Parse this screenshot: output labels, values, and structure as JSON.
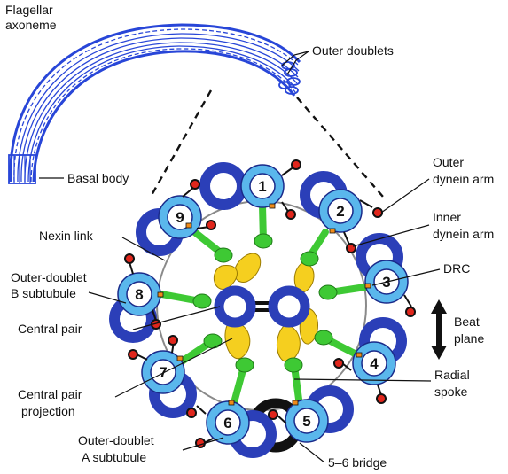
{
  "labels": {
    "flagellar_axoneme": [
      "Flagellar",
      "axoneme"
    ],
    "outer_doublets": "Outer doublets",
    "basal_body": "Basal body",
    "outer_dynein_arm": [
      "Outer",
      "dynein arm"
    ],
    "inner_dynein_arm": [
      "Inner",
      "dynein arm"
    ],
    "nexin_link": "Nexin link",
    "drc": "DRC",
    "b_subtubule": [
      "Outer-doublet",
      "B subtubule"
    ],
    "central_pair": "Central pair",
    "beat_plane": [
      "Beat",
      "plane"
    ],
    "central_pair_projection": [
      "Central pair",
      "projection"
    ],
    "radial_spoke": [
      "Radial",
      "spoke"
    ],
    "a_subtubule": [
      "Outer-doublet",
      "A subtubule"
    ],
    "bridge": "5–6 bridge"
  },
  "doublet_numbers": [
    "1",
    "2",
    "3",
    "4",
    "5",
    "6",
    "7",
    "8",
    "9"
  ],
  "colors": {
    "a_subtubule_fill": "#5ab7ec",
    "b_subtubule_fill": "#2b3fb8",
    "tubule_outline": "#1a2a8a",
    "radial_spoke": "#3ec934",
    "central_projection": "#f5cf1f",
    "dynein_arm": "#e0261c",
    "nexin_ring": "#8a8a8a",
    "bridge": "#111111",
    "axoneme_sketch": "#2846d8"
  }
}
